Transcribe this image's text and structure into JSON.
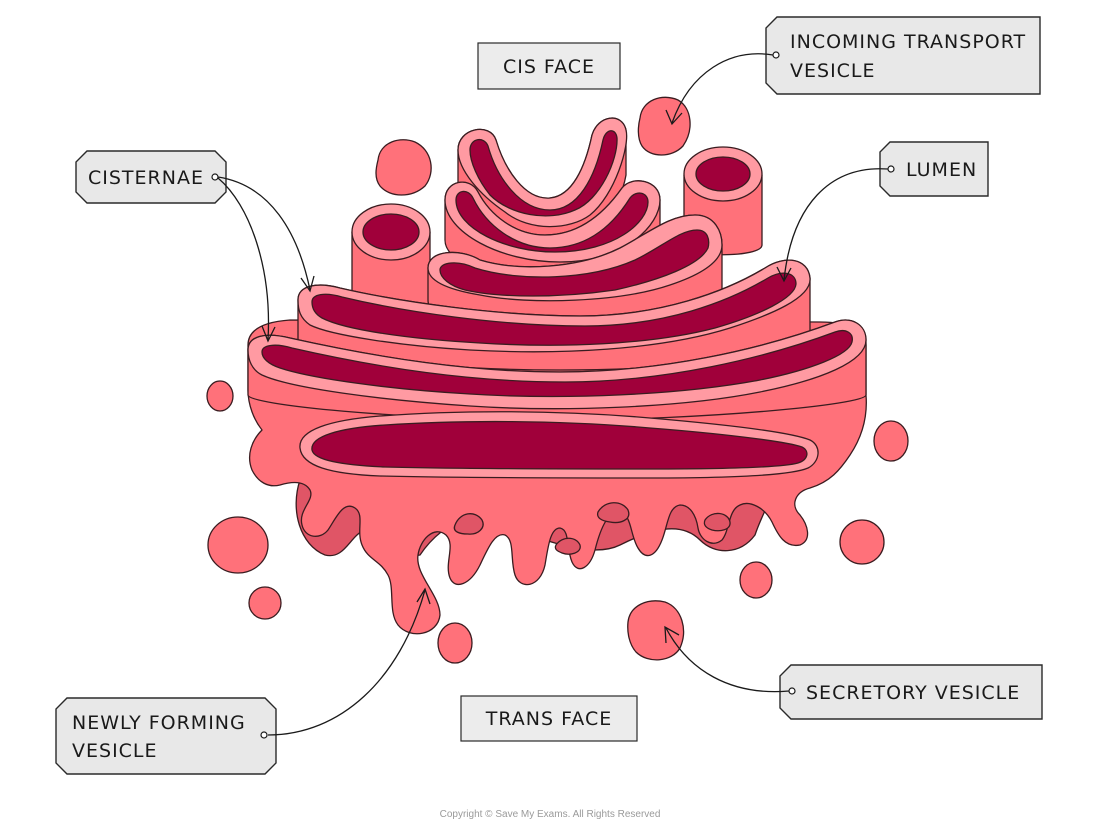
{
  "labels": {
    "cis_face": "CIS FACE",
    "incoming_line1": "INCOMING TRANSPORT",
    "incoming_line2": "VESICLE",
    "cisternae": "CISTERNAE",
    "lumen": "LUMEN",
    "secretory": "SECRETORY VESICLE",
    "newly_line1": "NEWLY FORMING",
    "newly_line2": "VESICLE",
    "trans_face": "TRANS FACE"
  },
  "copyright": "Copyright © Save My Exams. All Rights Reserved",
  "colors": {
    "body": "#ff717a",
    "membrane": "#ff9aa2",
    "lumen": "#a0003a",
    "shadow": "#e05566",
    "label_fill": "#e8e8e8"
  }
}
